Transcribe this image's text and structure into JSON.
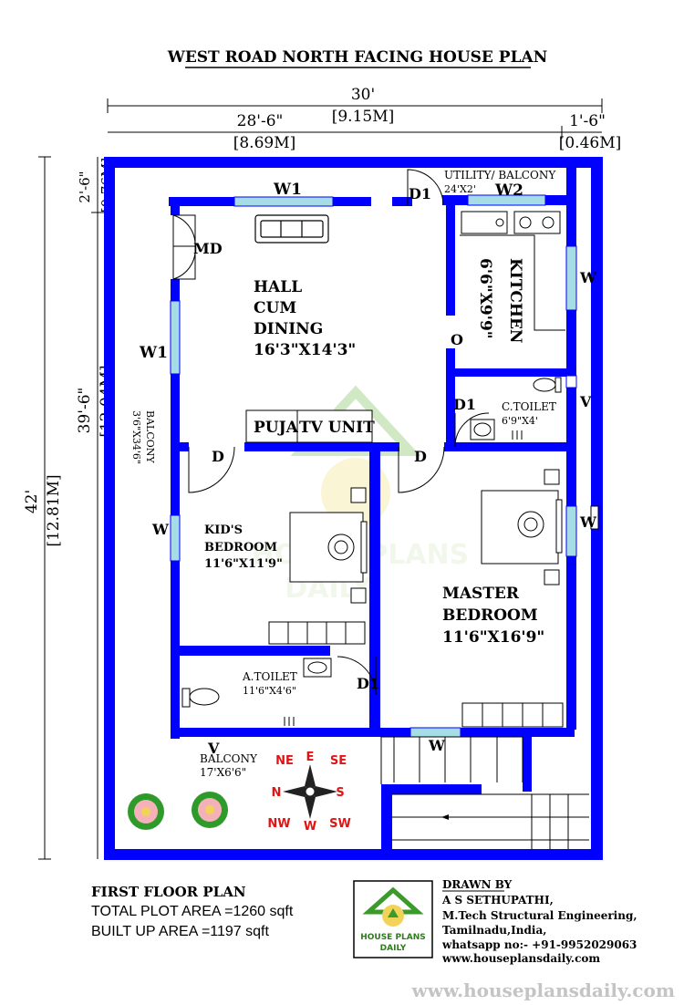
{
  "title": "WEST ROAD NORTH FACING HOUSE PLAN",
  "dimensions": {
    "total_width": "30'",
    "total_width_m": "[9.15M]",
    "left_width": "28'-6\"",
    "left_width_m": "[8.69M]",
    "right_width": "1'-6\"",
    "right_width_m": "[0.46M]",
    "total_height": "42'",
    "total_height_m": "[12.81M]",
    "top_height": "2'-6\"",
    "top_height_m": "[0.76M]",
    "mid_height": "39'-6\"",
    "mid_height_m": "[12.04M]"
  },
  "rooms": {
    "hall": [
      "HALL",
      "CUM",
      "DINING",
      "16'3\"X14'3\""
    ],
    "kitchen": [
      "KITCHEN",
      "6'6\"X9'9\""
    ],
    "utility": [
      "UTILITY/ BALCONY",
      "24'X2'"
    ],
    "c_toilet": [
      "C.TOILET",
      "6'9\"X4'"
    ],
    "kids_bedroom": [
      "KID'S",
      "BEDROOM",
      "11'6\"X11'9\""
    ],
    "master_bedroom": [
      "MASTER",
      "BEDROOM",
      "11'6\"X16'9\""
    ],
    "a_toilet": [
      "A.TOILET",
      "11'6\"X4'6\""
    ],
    "balcony_left": [
      "BALCONY",
      "3'6\"X34'6\""
    ],
    "balcony_bottom": [
      "BALCONY",
      "17'X6'6\""
    ],
    "puja": "PUJA",
    "tv_unit": "TV UNIT"
  },
  "openings": {
    "w1_top": "W1",
    "w1_left": "W1",
    "w2": "W2",
    "md": "MD",
    "d1_top": "D1",
    "d1_ctoilet": "D1",
    "d1_atoilet": "D1",
    "d_kids": "D",
    "d_master": "D",
    "o": "O",
    "w_kitchen": "W",
    "v_ctoilet": "V",
    "w_master": "W",
    "w_kids": "W",
    "v_bottom": "V",
    "w_stair": "W"
  },
  "compass": {
    "n": "N",
    "ne": "NE",
    "e": "E",
    "se": "SE",
    "s": "S",
    "sw": "SW",
    "w": "W",
    "nw": "NW"
  },
  "watermark": {
    "line1": "HOUSE PLANS",
    "line2": "DAILY"
  },
  "info": {
    "heading": "FIRST FLOOR PLAN",
    "plot_area": "TOTAL PLOT AREA =1260 sqft",
    "built_area": "BUILT UP AREA =1197 sqft"
  },
  "logo": {
    "line1": "HOUSE PLANS",
    "line2": "DAILY"
  },
  "credits": {
    "heading": "DRAWN BY",
    "name": "A S SETHUPATHI,",
    "qualification": "M.Tech Structural Engineering,",
    "location": "Tamilnadu,India,",
    "whatsapp": "whatsapp no:- +91-9952029063",
    "website": "www.houseplansdaily.com"
  },
  "footer_watermark": "www.houseplansdaily.com",
  "colors": {
    "wall": "#0000ff",
    "window": "#a6dce6",
    "compass": "#e01414",
    "logo_green": "#3a9a2a"
  }
}
